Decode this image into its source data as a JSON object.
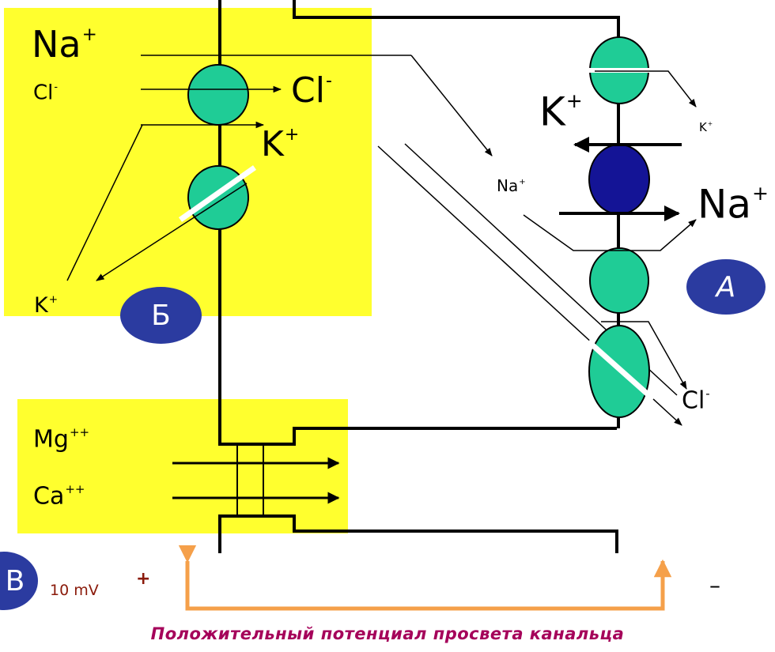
{
  "labels": {
    "na_top_left": "Na",
    "na_top_left_sup": "+",
    "cl_left": "Cl",
    "cl_left_sup": "-",
    "cl_right_of_carrier": "Cl",
    "cl_right_of_carrier_sup": "-",
    "k_out_carrier": "K",
    "k_out_carrier_sup": "+",
    "k_bottom_left": "K",
    "k_bottom_left_sup": "+",
    "na_middle": "Na",
    "na_middle_sup": "+",
    "k_right_big": "K",
    "k_right_big_sup": "+",
    "k_right_small": "K",
    "k_right_small_sup": "+",
    "na_right_big": "Na",
    "na_right_big_sup": "+",
    "cl_bottom_right": "Cl",
    "cl_bottom_right_sup": "-",
    "mg": "Mg",
    "mg_sup": "++",
    "ca": "Ca",
    "ca_sup": "++"
  },
  "badges": {
    "a": "A",
    "b": "Б",
    "v": "В"
  },
  "potential": {
    "value": "10 mV",
    "plus": "+",
    "minus": "–",
    "caption": "Положительный потенциал просвета канальца"
  },
  "colors": {
    "panel": "#ffff2e",
    "carrier": "#1fcc96",
    "atpase": "#141496",
    "badge": "#2b3ba0",
    "potential_arrow": "#f5a04a",
    "caption": "#a5005a"
  }
}
